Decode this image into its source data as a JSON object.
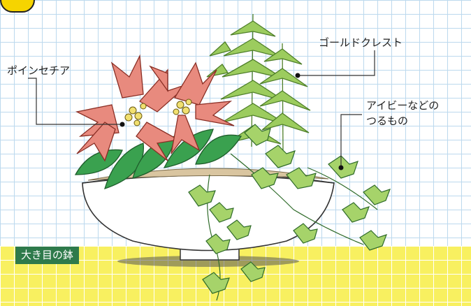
{
  "labels": {
    "poinsettia": "ポインセチア",
    "gold_crest": "ゴールドクレスト",
    "ivy_line1": "アイビーなどの",
    "ivy_line2": "つるもの",
    "pot": "大き目の鉢"
  },
  "colors": {
    "grid_line": "#bcd9ee",
    "floor": "#f8f060",
    "tag_bg": "#2e7a4b",
    "poinsettia": "#e88a7e",
    "leaf_green": "#3aa14f",
    "ivy_green": "#a6d36a",
    "conifer": "#7db54a",
    "pot": "#ffffff",
    "badge": "#f6d400"
  }
}
